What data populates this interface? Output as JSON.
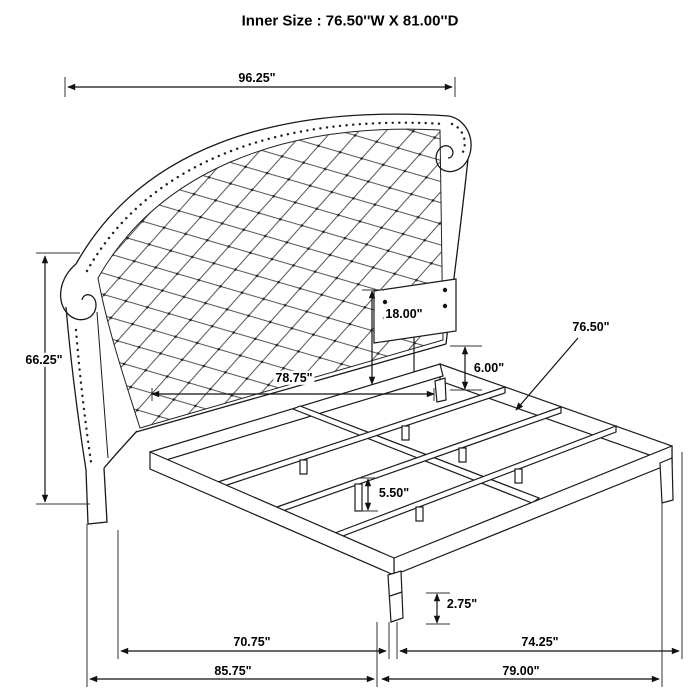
{
  "title": "Inner Size : 76.50''W X 81.00''D",
  "dimensions": {
    "headboard_width": "96.25\"",
    "headboard_height": "66.25\"",
    "bracket_height": "18.00\"",
    "headboard_inner_width": "78.75\"",
    "rail_height": "6.00\"",
    "slat_length": "76.50\"",
    "slat_support_height": "5.50\"",
    "foot_leg_height": "2.75\"",
    "frame_inner_width": "70.75\"",
    "frame_inner_depth": "74.25\"",
    "overall_width": "85.75\"",
    "overall_depth": "79.00\""
  },
  "colors": {
    "line": "#1a1a1a",
    "background": "#ffffff"
  }
}
